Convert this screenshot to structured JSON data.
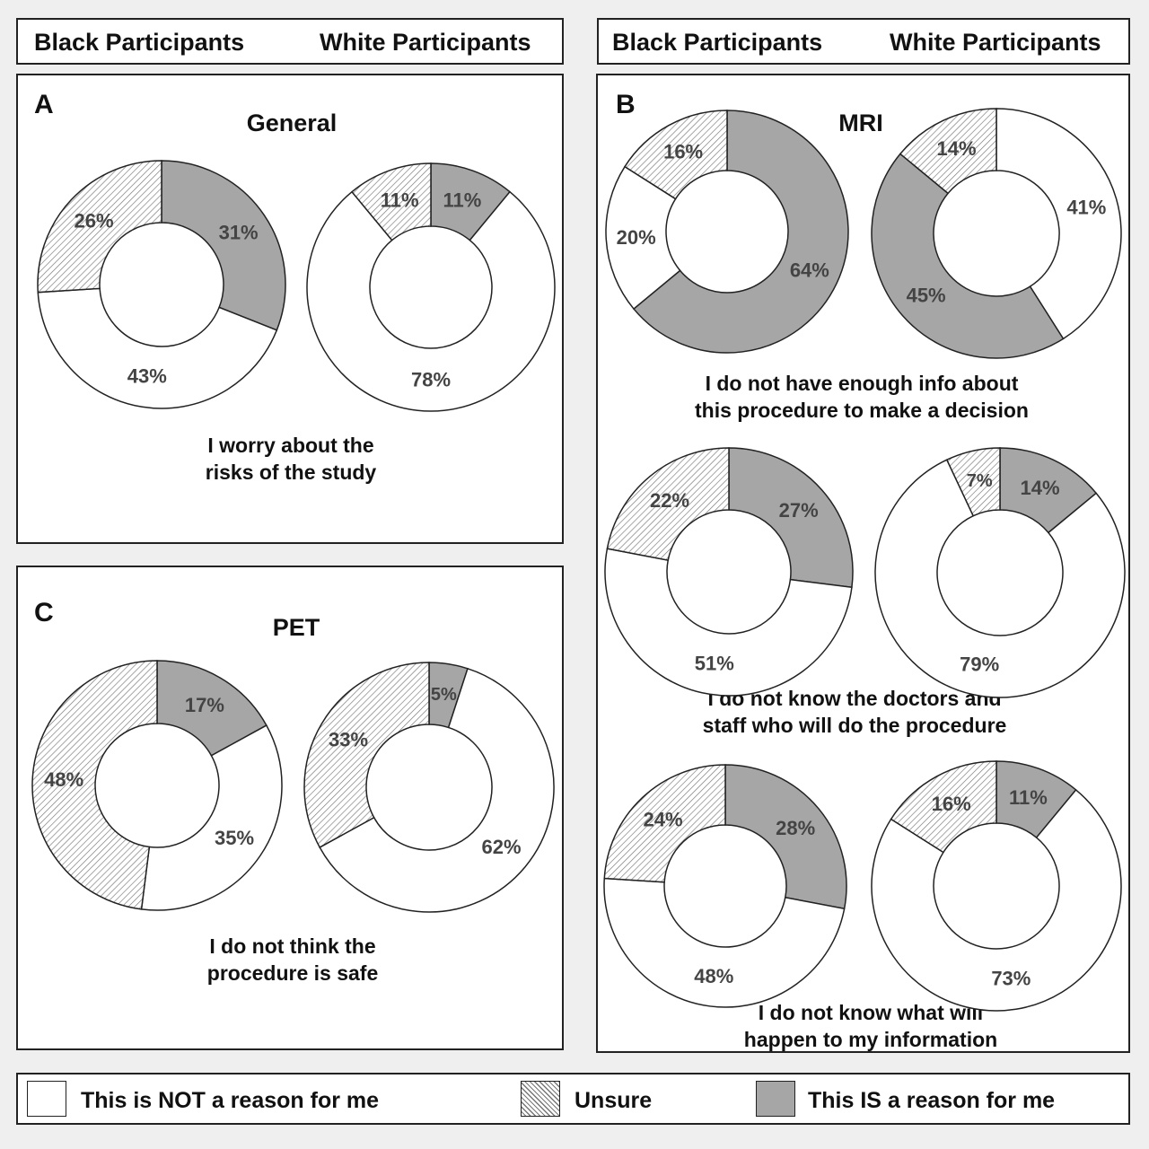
{
  "headers": {
    "left": {
      "black": "Black Participants",
      "white": "White Participants"
    },
    "right": {
      "black": "Black Participants",
      "white": "White Participants"
    }
  },
  "panels": {
    "A": {
      "letter": "A",
      "title": "General",
      "caption_lines": [
        "I worry about the",
        "risks of the study"
      ]
    },
    "B": {
      "letter": "B",
      "title": "MRI",
      "captions": [
        [
          "I do not have enough info about",
          "this procedure to make a decision"
        ],
        [
          "I do not know the doctors and",
          "staff who will do the procedure"
        ],
        [
          "I do not know what will",
          "happen to my information"
        ]
      ]
    },
    "C": {
      "letter": "C",
      "title": "PET",
      "caption_lines": [
        "I do not think the",
        "procedure is safe"
      ]
    }
  },
  "legend": {
    "not_reason": "This is NOT a reason for me",
    "unsure": "Unsure",
    "is_reason": "This IS a reason for me"
  },
  "colors": {
    "is_reason": "#a6a6a6",
    "not_reason": "#ffffff",
    "unsure_hatch": "#777777",
    "stroke": "#222222"
  },
  "chart_data": [
    {
      "type": "pie",
      "panel": "General",
      "group": "Black Participants",
      "question": "I worry about the risks of the study",
      "slices": [
        {
          "category": "This IS a reason for me",
          "value": 31
        },
        {
          "category": "This is NOT a reason for me",
          "value": 43
        },
        {
          "category": "Unsure",
          "value": 26
        }
      ]
    },
    {
      "type": "pie",
      "panel": "General",
      "group": "White Participants",
      "question": "I worry about the risks of the study",
      "slices": [
        {
          "category": "This IS a reason for me",
          "value": 11
        },
        {
          "category": "This is NOT a reason for me",
          "value": 78
        },
        {
          "category": "Unsure",
          "value": 11
        }
      ]
    },
    {
      "type": "pie",
      "panel": "MRI",
      "group": "Black Participants",
      "question": "I do not have enough info about this procedure to make a decision",
      "slices": [
        {
          "category": "This IS a reason for me",
          "value": 64
        },
        {
          "category": "This is NOT a reason for me",
          "value": 20
        },
        {
          "category": "Unsure",
          "value": 16
        }
      ]
    },
    {
      "type": "pie",
      "panel": "MRI",
      "group": "White Participants",
      "question": "I do not have enough info about this procedure to make a decision",
      "slices": [
        {
          "category": "This is NOT a reason for me",
          "value": 41
        },
        {
          "category": "This IS a reason for me",
          "value": 45
        },
        {
          "category": "Unsure",
          "value": 14
        }
      ]
    },
    {
      "type": "pie",
      "panel": "MRI",
      "group": "Black Participants",
      "question": "I do not know the doctors and staff who will do the procedure",
      "slices": [
        {
          "category": "This IS a reason for me",
          "value": 27
        },
        {
          "category": "This is NOT a reason for me",
          "value": 51
        },
        {
          "category": "Unsure",
          "value": 22
        }
      ]
    },
    {
      "type": "pie",
      "panel": "MRI",
      "group": "White Participants",
      "question": "I do not know the doctors and staff who will do the procedure",
      "slices": [
        {
          "category": "This IS a reason for me",
          "value": 14
        },
        {
          "category": "This is NOT a reason for me",
          "value": 79
        },
        {
          "category": "Unsure",
          "value": 7
        }
      ]
    },
    {
      "type": "pie",
      "panel": "MRI",
      "group": "Black Participants",
      "question": "I do not know what will happen to my information",
      "slices": [
        {
          "category": "This IS a reason for me",
          "value": 28
        },
        {
          "category": "This is NOT a reason for me",
          "value": 48
        },
        {
          "category": "Unsure",
          "value": 24
        }
      ]
    },
    {
      "type": "pie",
      "panel": "MRI",
      "group": "White Participants",
      "question": "I do not know what will happen to my information",
      "slices": [
        {
          "category": "This IS a reason for me",
          "value": 11
        },
        {
          "category": "This is NOT a reason for me",
          "value": 73
        },
        {
          "category": "Unsure",
          "value": 16
        }
      ]
    },
    {
      "type": "pie",
      "panel": "PET",
      "group": "Black Participants",
      "question": "I do not think the procedure is safe",
      "slices": [
        {
          "category": "This IS a reason for me",
          "value": 17
        },
        {
          "category": "This is NOT a reason for me",
          "value": 35
        },
        {
          "category": "Unsure",
          "value": 48
        }
      ]
    },
    {
      "type": "pie",
      "panel": "PET",
      "group": "White Participants",
      "question": "I do not think the procedure is safe",
      "slices": [
        {
          "category": "This IS a reason for me",
          "value": 5
        },
        {
          "category": "This is NOT a reason for me",
          "value": 62
        },
        {
          "category": "Unsure",
          "value": 33
        }
      ]
    }
  ]
}
